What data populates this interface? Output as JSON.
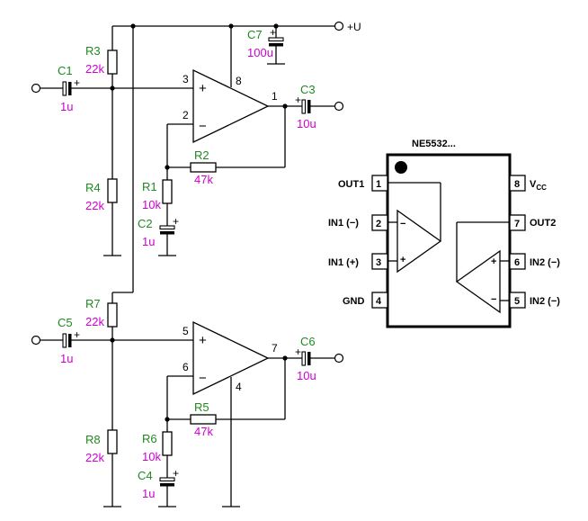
{
  "supply_label": "+U",
  "components": {
    "C1": {
      "name": "C1",
      "value": "1u"
    },
    "C2": {
      "name": "C2",
      "value": "1u"
    },
    "C3": {
      "name": "C3",
      "value": "10u"
    },
    "C4": {
      "name": "C4",
      "value": "1u"
    },
    "C5": {
      "name": "C5",
      "value": "1u"
    },
    "C6": {
      "name": "C6",
      "value": "10u"
    },
    "C7": {
      "name": "C7",
      "value": "100u"
    },
    "R1": {
      "name": "R1",
      "value": "10k"
    },
    "R2": {
      "name": "R2",
      "value": "47k"
    },
    "R3": {
      "name": "R3",
      "value": "22k"
    },
    "R4": {
      "name": "R4",
      "value": "22k"
    },
    "R5": {
      "name": "R5",
      "value": "47k"
    },
    "R6": {
      "name": "R6",
      "value": "10k"
    },
    "R7": {
      "name": "R7",
      "value": "22k"
    },
    "R8": {
      "name": "R8",
      "value": "22k"
    }
  },
  "opamp1": {
    "pin_in_plus": "3",
    "pin_in_minus": "2",
    "pin_out": "1",
    "pin_supply": "8",
    "plus": "+",
    "minus": "−"
  },
  "opamp2": {
    "pin_in_plus": "5",
    "pin_in_minus": "6",
    "pin_out": "7",
    "pin_gnd": "4",
    "plus": "+",
    "minus": "−"
  },
  "chip": {
    "title": "NE5532...",
    "pins": {
      "p1": {
        "num": "1",
        "label": "OUT1"
      },
      "p2": {
        "num": "2",
        "label": "IN1 (−)"
      },
      "p3": {
        "num": "3",
        "label": "IN1 (+)"
      },
      "p4": {
        "num": "4",
        "label": "GND"
      },
      "p5": {
        "num": "5",
        "label": "IN2 (−)"
      },
      "p6": {
        "num": "6",
        "label": "IN2 (−)"
      },
      "p7": {
        "num": "7",
        "label": "OUT2"
      },
      "p8": {
        "num": "8",
        "label": "V",
        "label_sub": "CC"
      }
    },
    "minus": "−",
    "plus": "+"
  }
}
